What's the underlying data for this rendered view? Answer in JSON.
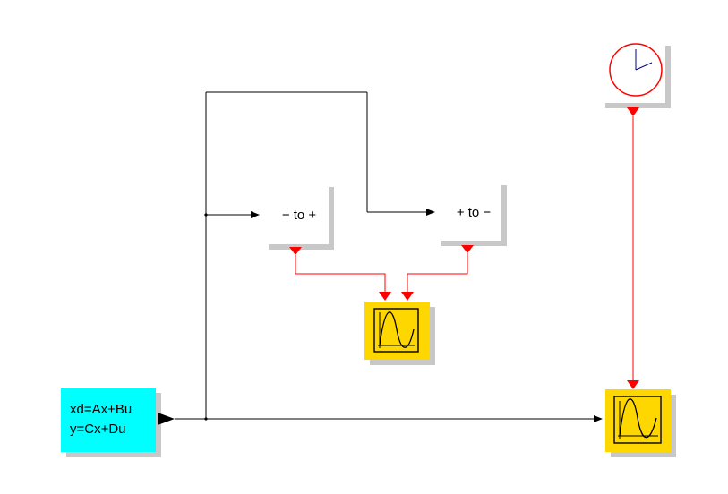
{
  "blocks": {
    "state_space": {
      "line1": "xd=Ax+Bu",
      "line2": "y=Cx+Du",
      "color": "#00FFFF"
    },
    "neg_to_pos": {
      "label": "− to +"
    },
    "pos_to_neg": {
      "label": "+ to −"
    },
    "scope_small": {
      "icon": "sine-wave-icon",
      "color": "#FFD700"
    },
    "scope_large": {
      "icon": "sine-wave-icon",
      "color": "#FFD700"
    },
    "clock": {
      "icon": "clock-icon",
      "color": "#FF0000"
    }
  },
  "colors": {
    "data_link": "#000000",
    "event_link": "#FF0000",
    "block_shadow": "#C8C8C8"
  }
}
